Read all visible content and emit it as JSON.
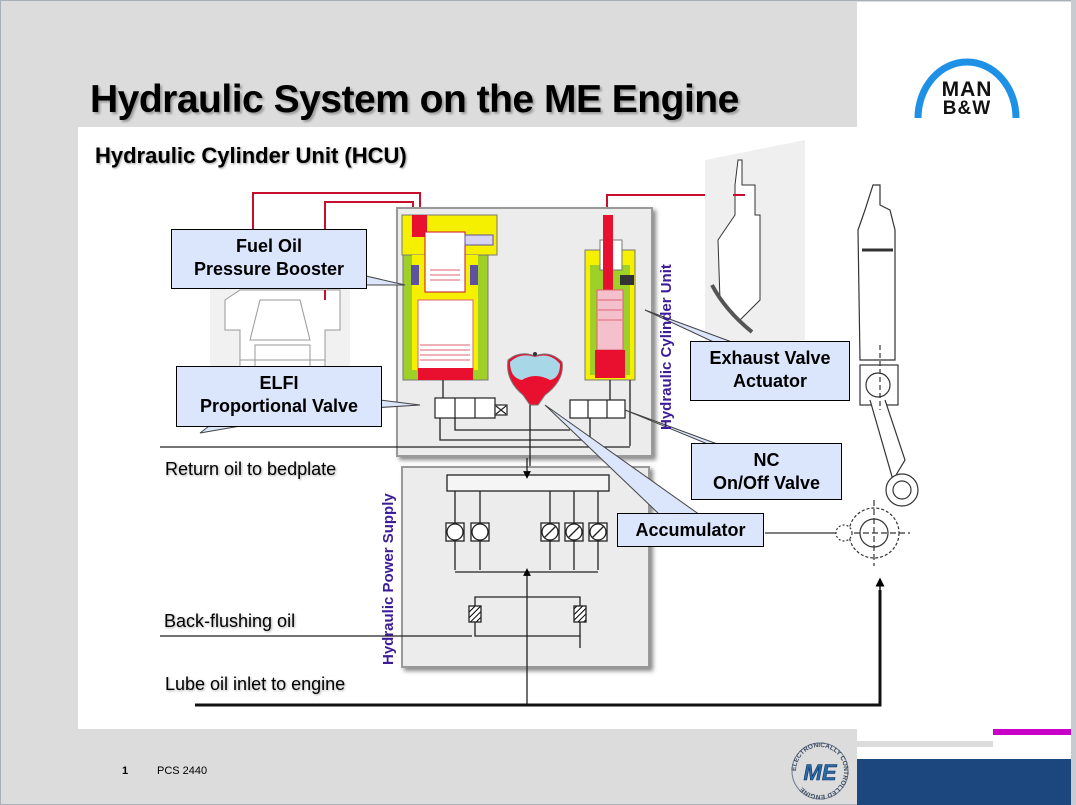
{
  "slide": {
    "title": "Hydraulic System on the ME Engine",
    "subtitle": "Hydraulic Cylinder Unit (HCU)",
    "logo": {
      "line1": "MAN",
      "line2": "B&W",
      "arc_color": "#1e90e6"
    },
    "footer": {
      "page_number": "1",
      "code": "PCS 2440"
    },
    "me_badge": {
      "center": "ME",
      "ring_text": "ELECTRONICALLY CONTROLLED ENGINE"
    }
  },
  "callouts": {
    "fuel_booster": {
      "line1": "Fuel Oil",
      "line2": "Pressure Booster"
    },
    "elfi": {
      "line1": "ELFI",
      "line2": "Proportional Valve"
    },
    "exhaust": {
      "line1": "Exhaust Valve",
      "line2": "Actuator"
    },
    "nc_valve": {
      "line1": "NC",
      "line2": "On/Off Valve"
    },
    "accumulator": {
      "line1": "Accumulator"
    }
  },
  "flow_labels": {
    "return_oil": "Return oil to bedplate",
    "back_flushing": "Back-flushing oil",
    "lube_inlet": "Lube oil inlet to engine"
  },
  "section_labels": {
    "hcu": "Hydraulic Cylinder Unit",
    "power_supply": "Hydraulic Power Supply"
  },
  "colors": {
    "callout_fill": "#dbe5fb",
    "pipe_red": "#c8102e",
    "section_label": "#3d1c9a",
    "footer_blue": "#1b477e",
    "footer_magenta": "#c800c8"
  }
}
